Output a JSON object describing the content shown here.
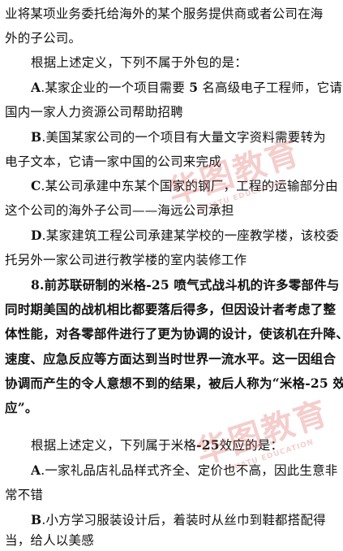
{
  "lines": [
    "业将某项业务委托给海外的某个服务提供商或者公司在海",
    "外的子公司。",
    "根据上述定义，下列不属于外包的是：",
    ".某家企业的一个项目需要",
    "名高级电子工程师，它请",
    "国内一家人力资源公司帮助招聘",
    ".美国某家公司的一个项目有大量文字资料需要转为",
    "电子文本，它请一家中国的公司来完成",
    ".某公司承建中东某个国家的钢厂，工程的运输部分由",
    "这个公司的海外子公司——海远公司承担",
    ".某家建筑工程公司承建某学校的一座教学楼，该校委",
    "托另外一家公司进行教学楼的室内装修工作",
    "前苏联研制的米格",
    "喷气式战斗机的许多零部件与",
    "同时期美国的战机相比都要落后得多，但因设计者考虑了整",
    "体性能，对各零部件进行了更为协调的设计，使该机在升降、",
    "速度、应急反应等方面达到当时世界一流水平。这一因组合",
    "协调而产生的令人意想不到的结果，被后人称为“米格",
    "效",
    "应”。",
    "根据上述定义，下列属于米格",
    "效应的是：",
    ".一家礼品店礼品样式齐全、定价也不高，因此生意非",
    "常不错",
    ".小方学习服装设计后，着装时从丝巾到鞋都搭配得",
    "当，给人以美感"
  ],
  "labels": {
    "A": "A",
    "B": "B",
    "C": "C",
    "D": "D",
    "q8": "8.",
    "num5": "5",
    "mig": "-25",
    "mig2": "-25",
    "mig3": "-25"
  },
  "watermark": {
    "cn": "华图教育",
    "en": "HUATU EDUCATION",
    "color": "#d9534f"
  }
}
